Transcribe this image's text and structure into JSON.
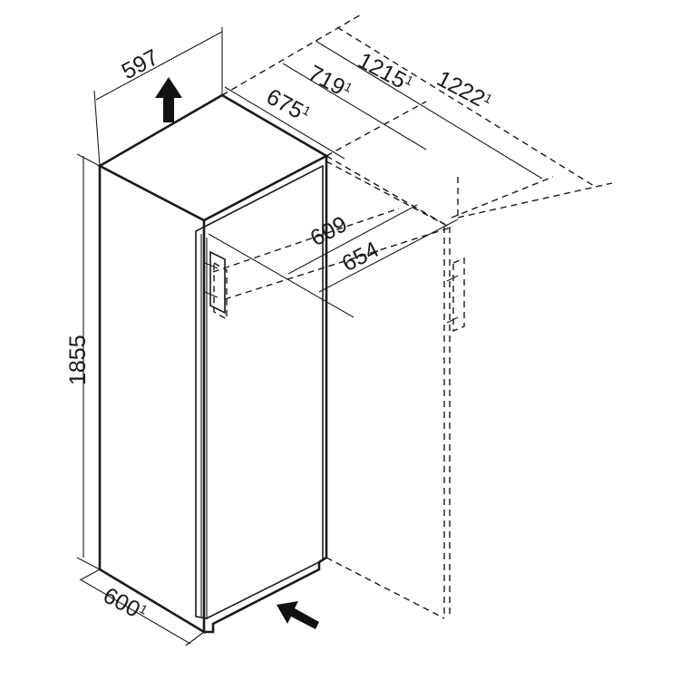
{
  "dimensions": {
    "width": "597",
    "height": "1855",
    "depth_door_closed": "600",
    "depth_675": "675",
    "depth_719": "719",
    "depth_1215": "1215",
    "depth_1222": "1222",
    "door_609": "609",
    "door_654": "654",
    "footnote_mark": "1"
  }
}
